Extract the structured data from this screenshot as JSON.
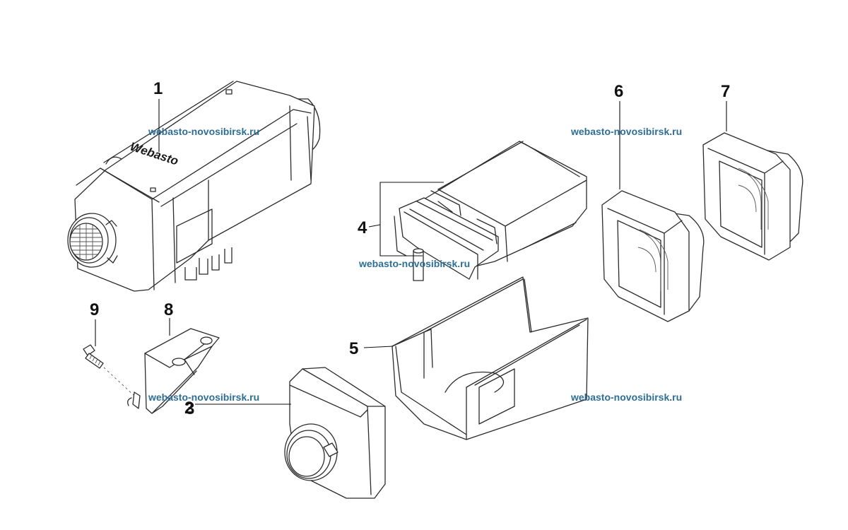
{
  "callouts": [
    "1",
    "2",
    "3",
    "4",
    "5",
    "6",
    "7",
    "8",
    "9"
  ],
  "watermark": "webasto-novosibirsk.ru",
  "brand_logo": "Webasto",
  "colors": {
    "watermark": "#2e6e96",
    "line": "#2b2b2b",
    "background": "#ffffff"
  }
}
